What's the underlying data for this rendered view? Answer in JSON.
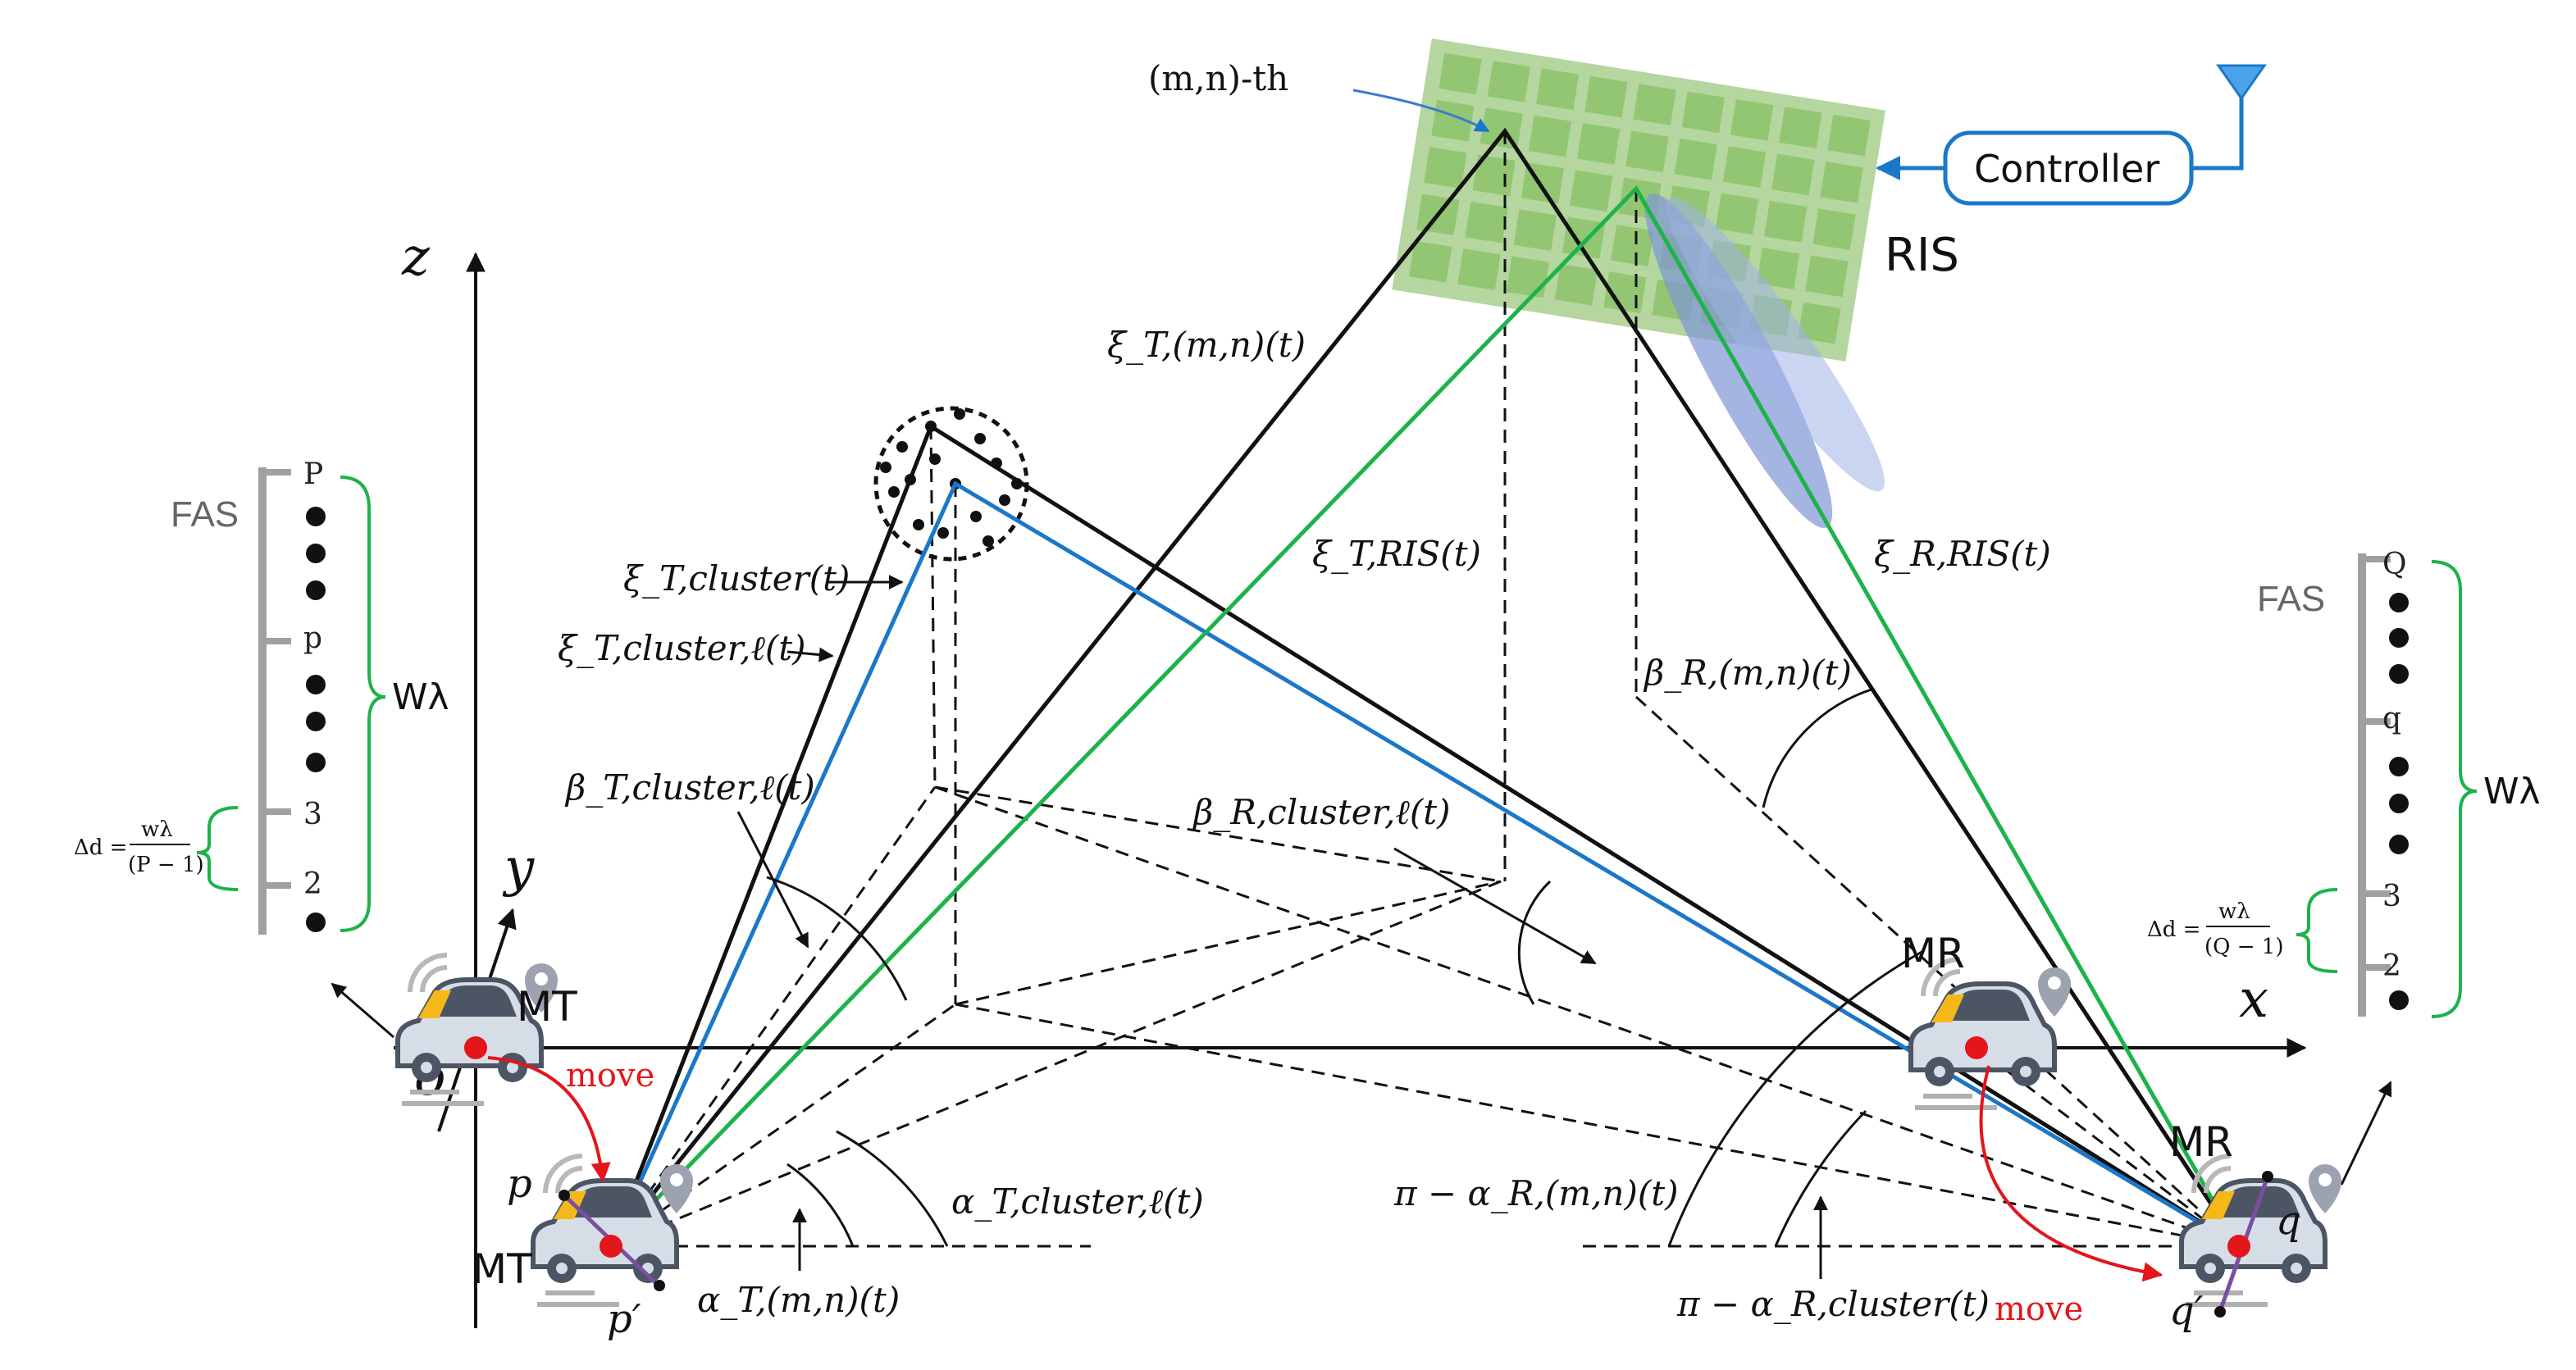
{
  "labels": {
    "mn_th": "(m,n)-th",
    "controller": "Controller",
    "ris": "RIS",
    "axis_z": "z",
    "axis_y": "y",
    "axis_x": "x",
    "origin": "o",
    "mt_top": "MT",
    "mt_bottom": "MT",
    "mr_top": "MR",
    "mr_bottom": "MR",
    "move_left": "move",
    "move_right": "move",
    "p_upper": "p",
    "p_lower": "p′",
    "q_upper": "q",
    "q_lower": "q′",
    "xi_T_mn": "ξ_T,(m,n)(t)",
    "xi_T_cluster": "ξ_T,cluster(t)",
    "xi_T_cluster_l": "ξ_T,cluster,ℓ(t)",
    "xi_T_RIS": "ξ_T,RIS(t)",
    "xi_R_RIS": "ξ_R,RIS(t)",
    "beta_R_mn": "β_R,(m,n)(t)",
    "beta_T_cluster_l": "β_T,cluster,ℓ(t)",
    "beta_R_cluster_l": "β_R,cluster,ℓ(t)",
    "alpha_T_cluster_l": "α_T,cluster,ℓ(t)",
    "alpha_T_mn": "α_T,(m,n)(t)",
    "pi_alpha_R_mn": "π − α_R,(m,n)(t)",
    "pi_alpha_R_cluster": "π − α_R,cluster(t)"
  },
  "fas_left": {
    "title": "FAS",
    "top_index": "P",
    "mid_index": "p",
    "idx3": "3",
    "idx2": "2",
    "span": "Wλ",
    "delta_lhs": "Δd =",
    "delta_num": "wλ",
    "delta_den": "(P − 1)"
  },
  "fas_right": {
    "title": "FAS",
    "top_index": "Q",
    "mid_index": "q",
    "idx3": "3",
    "idx2": "2",
    "span": "Wλ",
    "delta_lhs": "Δd =",
    "delta_num": "wλ",
    "delta_den": "(Q − 1)"
  },
  "colors": {
    "ris_panel": "#a9cf8e",
    "ris_cell": "#8fc46e",
    "green_path": "#1db34a",
    "blue_path": "#1b78c9",
    "controller_border": "#1b78c9",
    "beam": "#7d95d6",
    "car_body": "#d7dde6",
    "car_roof": "#f6b818",
    "marker": "#e3161c"
  }
}
